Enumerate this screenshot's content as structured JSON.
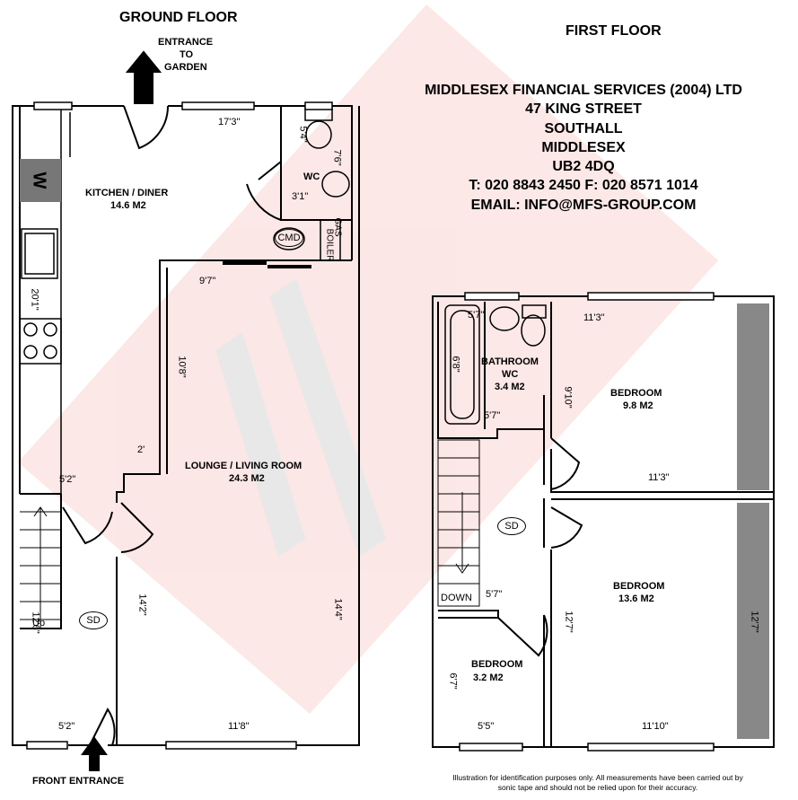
{
  "floors": {
    "ground_title": "GROUND FLOOR",
    "first_title": "FIRST FLOOR"
  },
  "labels": {
    "entrance_garden": [
      "ENTRANCE",
      "TO",
      "GARDEN"
    ],
    "front_entrance": "FRONT ENTRANCE",
    "sd": "SD",
    "cmd": "CMD",
    "gas_boiler": [
      "GAS",
      "BOILER"
    ],
    "washer": "W",
    "up": "Up",
    "down": "DOWN"
  },
  "company": {
    "name": "MIDDLESEX FINANCIAL SERVICES (2004) LTD",
    "address1": "47 KING STREET",
    "address2": "SOUTHALL",
    "address3": "MIDDLESEX",
    "postcode": "UB2 4DQ",
    "phone": "T: 020 8843 2450 F: 020 8571 1014",
    "email": "EMAIL: INFO@MFS-GROUP.COM"
  },
  "rooms": {
    "kitchen": {
      "name": "KITCHEN / DINER",
      "area": "14.6 M2"
    },
    "wc": {
      "name": "WC"
    },
    "lounge": {
      "name": "LOUNGE / LIVING ROOM",
      "area": "24.3  M2"
    },
    "bathroom": {
      "name": "BATHROOM",
      "name2": "WC",
      "area": "3.4  M2"
    },
    "bedroom1": {
      "name": "BEDROOM",
      "area": "9.8 M2"
    },
    "bedroom2": {
      "name": "BEDROOM",
      "area": "13.6 M2"
    },
    "bedroom3": {
      "name": "BEDROOM",
      "area": "3.2 M2"
    }
  },
  "dimensions": {
    "kitchen_w": "17'3\"",
    "kitchen_len": "20'1\"",
    "wc_w": "5'4\"",
    "wc_h": "7'6\"",
    "wc_d": "3'1\"",
    "lounge_top": "9'7\"",
    "lounge_side": "10'8\"",
    "step": "2'",
    "hall_w": "5'2\"",
    "lounge_left": "14'2\"",
    "lounge_right": "14'4\"",
    "hall_len": "12'6\"",
    "hall_bottom": "5'2\"",
    "lounge_bottom": "11'8\"",
    "bath_w": "5'7\"",
    "bath_h": "6'8\"",
    "bath_bottom": "5'7\"",
    "bed1_w": "11'3\"",
    "bed1_h": "9'10\"",
    "bed1_bottom": "11'3\"",
    "landing": "5'7\"",
    "bed2_left": "12'7\"",
    "bed2_right": "12'7\"",
    "bed2_bottom": "11'10\"",
    "bed3_h": "6'7\"",
    "bed3_bottom": "5'5\""
  },
  "disclaimer": "Illustration for identification purposes only. All measurements have been carried out by sonic tape and should not be relied upon for their accuracy.",
  "colors": {
    "watermark": "#e74c3c",
    "wardrobe": "#888888",
    "wall": "#000000"
  }
}
